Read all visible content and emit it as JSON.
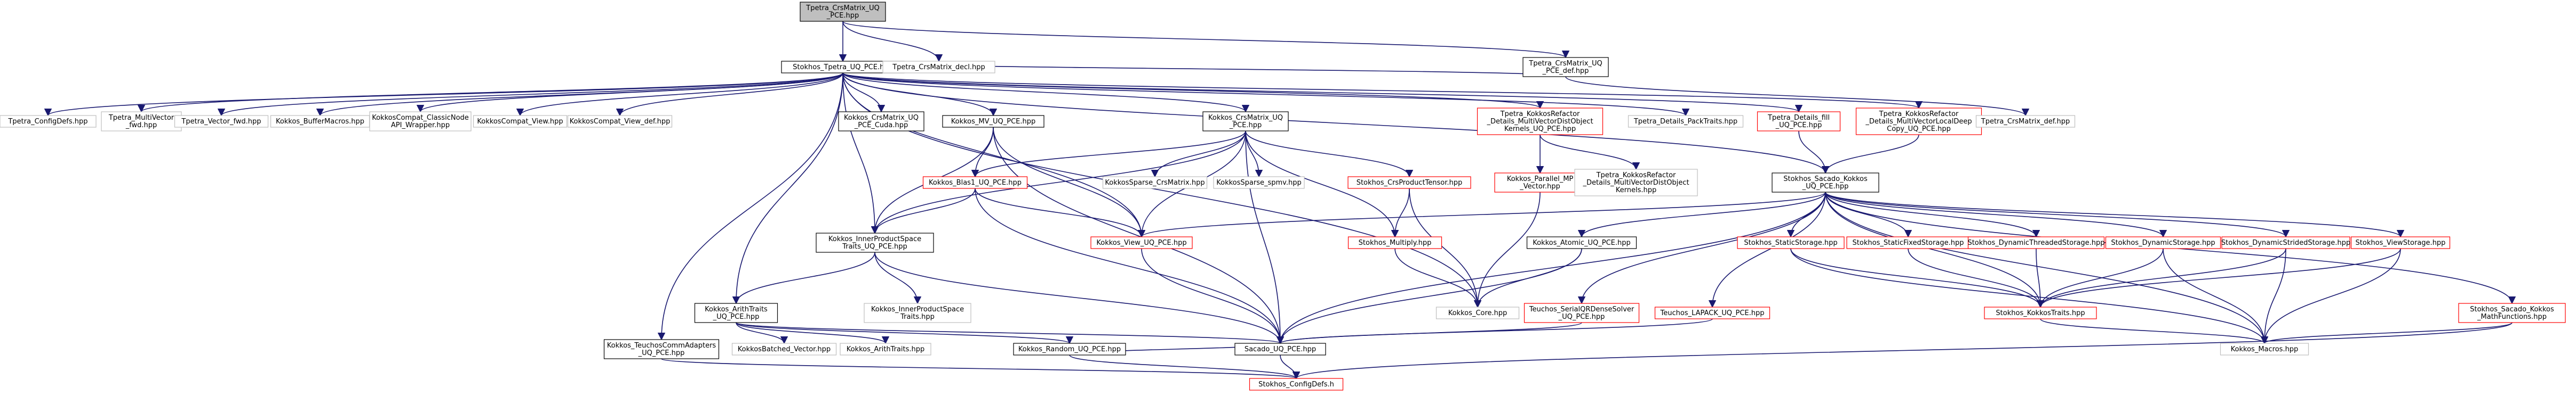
{
  "graph": {
    "colors": {
      "edge": "#191970",
      "edge_secondary": "#2f4f4f",
      "node_border_black": "#000000",
      "node_border_red": "#ff0000",
      "node_border_gray": "#bfbfbf",
      "node_fill_root": "#bfbfbf",
      "node_fill": "#ffffff"
    },
    "nodes": [
      {
        "id": "root",
        "lines": [
          "Tpetra_CrsMatrix_UQ",
          "_PCE.hpp"
        ],
        "style": "root"
      },
      {
        "id": "kokkos_tpetra_uq_pce",
        "lines": [
          "Stokhos_Tpetra_UQ_PCE.hpp"
        ],
        "style": "black"
      },
      {
        "id": "crsmatrix_decl",
        "lines": [
          "Tpetra_CrsMatrix_decl.hpp"
        ],
        "style": "gray"
      },
      {
        "id": "crsmatrix_uq_pce_def",
        "lines": [
          "Tpetra_CrsMatrix_UQ",
          "_PCE_def.hpp"
        ],
        "style": "black"
      },
      {
        "id": "tpetra_configdefs",
        "lines": [
          "Tpetra_ConfigDefs.hpp"
        ],
        "style": "gray"
      },
      {
        "id": "tpetra_multivector_fwd",
        "lines": [
          "Tpetra_MultiVector",
          "_fwd.hpp"
        ],
        "style": "gray"
      },
      {
        "id": "tpetra_vector_fwd",
        "lines": [
          "Tpetra_Vector_fwd.hpp"
        ],
        "style": "gray"
      },
      {
        "id": "kokkos_buffermacros",
        "lines": [
          "Kokkos_BufferMacros.hpp"
        ],
        "style": "gray"
      },
      {
        "id": "kokkoscompat_classicnode",
        "lines": [
          "KokkosCompat_ClassicNode",
          "API_Wrapper.hpp"
        ],
        "style": "gray"
      },
      {
        "id": "kokkoscompat_view",
        "lines": [
          "KokkosCompat_View.hpp"
        ],
        "style": "gray"
      },
      {
        "id": "kokkoscompat_view_def",
        "lines": [
          "KokkosCompat_View_def.hpp"
        ],
        "style": "gray"
      },
      {
        "id": "kokkos_crsmatrix_uq_pce_cuda",
        "lines": [
          "Kokkos_CrsMatrix_UQ",
          "_PCE_Cuda.hpp"
        ],
        "style": "black"
      },
      {
        "id": "kokkos_mv_uq_pce",
        "lines": [
          "Kokkos_MV_UQ_PCE.hpp"
        ],
        "style": "black"
      },
      {
        "id": "kokkos_crsmatrix_uq_pce",
        "lines": [
          "Kokkos_CrsMatrix_UQ",
          "_PCE.hpp"
        ],
        "style": "black"
      },
      {
        "id": "tpetra_kokkosrefactor_details_mvdot",
        "lines": [
          "Tpetra_KokkosRefactor",
          "_Details_MultiVectorDistObject",
          "Kernels_UQ_PCE.hpp"
        ],
        "style": "red"
      },
      {
        "id": "tpetra_details_packtraits",
        "lines": [
          "Tpetra_Details_PackTraits.hpp"
        ],
        "style": "gray"
      },
      {
        "id": "tpetra_details_fill",
        "lines": [
          "Tpetra_Details_fill",
          "_UQ_PCE.hpp"
        ],
        "style": "red"
      },
      {
        "id": "tpetra_kokkosrefactor_details_mvlocaldeepcopy",
        "lines": [
          "Tpetra_KokkosRefactor",
          "_Details_MultiVectorLocalDeep",
          "Copy_UQ_PCE.hpp"
        ],
        "style": "red"
      },
      {
        "id": "tpetra_crsmatrix_def",
        "lines": [
          "Tpetra_CrsMatrix_def.hpp"
        ],
        "style": "gray"
      },
      {
        "id": "kokkos_blas1_uq_pce",
        "lines": [
          "Kokkos_Blas1_UQ_PCE.hpp"
        ],
        "style": "red"
      },
      {
        "id": "kokkossparse_crsmatrix",
        "lines": [
          "KokkosSparse_CrsMatrix.hpp"
        ],
        "style": "gray"
      },
      {
        "id": "kokkossparse_spmv",
        "lines": [
          "KokkosSparse_spmv.hpp"
        ],
        "style": "gray"
      },
      {
        "id": "stokhos_crsproducttensor",
        "lines": [
          "Stokhos_CrsProductTensor.hpp"
        ],
        "style": "red"
      },
      {
        "id": "kokkos_parallel_mp_vector",
        "lines": [
          "Kokkos_Parallel_MP",
          "_Vector.hpp"
        ],
        "style": "red"
      },
      {
        "id": "tpetra_kokkosrefactor_details_mvdot_kernels",
        "lines": [
          "Tpetra_KokkosRefactor",
          "_Details_MultiVectorDistObject",
          "Kernels.hpp"
        ],
        "style": "gray"
      },
      {
        "id": "stokhos_sacado_kokkos_uq_pce",
        "lines": [
          "Stokhos_Sacado_Kokkos",
          "_UQ_PCE.hpp"
        ],
        "style": "black"
      },
      {
        "id": "kokkos_innerproductspacetraits_uq_pce",
        "lines": [
          "Kokkos_InnerProductSpace",
          "Traits_UQ_PCE.hpp"
        ],
        "style": "black"
      },
      {
        "id": "kokkos_view_uq_pce",
        "lines": [
          "Kokkos_View_UQ_PCE.hpp"
        ],
        "style": "red"
      },
      {
        "id": "stokhos_multiply",
        "lines": [
          "Stokhos_Multiply.hpp"
        ],
        "style": "red"
      },
      {
        "id": "kokkos_atomic_uq_pce",
        "lines": [
          "Kokkos_Atomic_UQ_PCE.hpp"
        ],
        "style": "black"
      },
      {
        "id": "stokhos_staticstorage",
        "lines": [
          "Stokhos_StaticStorage.hpp"
        ],
        "style": "red"
      },
      {
        "id": "stokhos_staticfixedstorage",
        "lines": [
          "Stokhos_StaticFixedStorage.hpp"
        ],
        "style": "red"
      },
      {
        "id": "stokhos_dynamicthreadedstorage",
        "lines": [
          "Stokhos_DynamicThreadedStorage.hpp"
        ],
        "style": "red"
      },
      {
        "id": "stokhos_dynamicstorage",
        "lines": [
          "Stokhos_DynamicStorage.hpp"
        ],
        "style": "red"
      },
      {
        "id": "stokhos_dynamicstridedstorage",
        "lines": [
          "Stokhos_DynamicStridedStorage.hpp"
        ],
        "style": "red"
      },
      {
        "id": "stokhos_viewstorage",
        "lines": [
          "Stokhos_ViewStorage.hpp"
        ],
        "style": "red"
      },
      {
        "id": "kokkos_arithtraits_uq_pce",
        "lines": [
          "Kokkos_ArithTraits",
          "_UQ_PCE.hpp"
        ],
        "style": "black"
      },
      {
        "id": "kokkos_innerproductspacetraits",
        "lines": [
          "Kokkos_InnerProductSpace",
          "Traits.hpp"
        ],
        "style": "gray"
      },
      {
        "id": "kokkos_core",
        "lines": [
          "Kokkos_Core.hpp"
        ],
        "style": "gray"
      },
      {
        "id": "teuchos_serialqrdensesolver_uq_pce",
        "lines": [
          "Teuchos_SerialQRDenseSolver",
          "_UQ_PCE.hpp"
        ],
        "style": "red"
      },
      {
        "id": "teuchos_lapack_uq_pce",
        "lines": [
          "Teuchos_LAPACK_UQ_PCE.hpp"
        ],
        "style": "red"
      },
      {
        "id": "stokhos_kokkostraits",
        "lines": [
          "Stokhos_KokkosTraits.hpp"
        ],
        "style": "red"
      },
      {
        "id": "stokhos_sacado_kokkos_mathfunctions",
        "lines": [
          "Stokhos_Sacado_Kokkos",
          "_MathFunctions.hpp"
        ],
        "style": "red"
      },
      {
        "id": "kokkos_teuchoscommadapters_uq_pce",
        "lines": [
          "Kokkos_TeuchosCommAdapters",
          "_UQ_PCE.hpp"
        ],
        "style": "black"
      },
      {
        "id": "kokkosbatched_vector",
        "lines": [
          "KokkosBatched_Vector.hpp"
        ],
        "style": "gray"
      },
      {
        "id": "kokkos_arithtraits",
        "lines": [
          "Kokkos_ArithTraits.hpp"
        ],
        "style": "gray"
      },
      {
        "id": "kokkos_random_uq_pce",
        "lines": [
          "Kokkos_Random_UQ_PCE.hpp"
        ],
        "style": "black"
      },
      {
        "id": "sacado_uq_pce",
        "lines": [
          "Sacado_UQ_PCE.hpp"
        ],
        "style": "black"
      },
      {
        "id": "kokkos_macros",
        "lines": [
          "Kokkos_Macros.hpp"
        ],
        "style": "gray"
      },
      {
        "id": "stokhos_configdefs",
        "lines": [
          "Stokhos_ConfigDefs.h"
        ],
        "style": "red"
      }
    ],
    "edges": [
      [
        "root",
        "kokkos_tpetra_uq_pce"
      ],
      [
        "root",
        "crsmatrix_decl"
      ],
      [
        "root",
        "crsmatrix_uq_pce_def"
      ],
      [
        "kokkos_tpetra_uq_pce",
        "tpetra_configdefs"
      ],
      [
        "kokkos_tpetra_uq_pce",
        "tpetra_multivector_fwd"
      ],
      [
        "kokkos_tpetra_uq_pce",
        "tpetra_vector_fwd"
      ],
      [
        "kokkos_tpetra_uq_pce",
        "kokkos_buffermacros"
      ],
      [
        "kokkos_tpetra_uq_pce",
        "kokkoscompat_classicnode"
      ],
      [
        "kokkos_tpetra_uq_pce",
        "kokkoscompat_view"
      ],
      [
        "kokkos_tpetra_uq_pce",
        "kokkoscompat_view_def"
      ],
      [
        "kokkos_tpetra_uq_pce",
        "kokkos_crsmatrix_uq_pce_cuda"
      ],
      [
        "kokkos_tpetra_uq_pce",
        "kokkos_mv_uq_pce"
      ],
      [
        "kokkos_tpetra_uq_pce",
        "kokkos_crsmatrix_uq_pce"
      ],
      [
        "kokkos_tpetra_uq_pce",
        "tpetra_kokkosrefactor_details_mvdot"
      ],
      [
        "kokkos_tpetra_uq_pce",
        "tpetra_details_packtraits"
      ],
      [
        "kokkos_tpetra_uq_pce",
        "tpetra_details_fill"
      ],
      [
        "kokkos_tpetra_uq_pce",
        "tpetra_kokkosrefactor_details_mvlocaldeepcopy"
      ],
      [
        "kokkos_tpetra_uq_pce",
        "stokhos_sacado_kokkos_uq_pce"
      ],
      [
        "kokkos_tpetra_uq_pce",
        "kokkos_innerproductspacetraits_uq_pce"
      ],
      [
        "kokkos_tpetra_uq_pce",
        "kokkos_arithtraits_uq_pce"
      ],
      [
        "kokkos_tpetra_uq_pce",
        "kokkos_teuchoscommadapters_uq_pce"
      ],
      [
        "kokkos_tpetra_uq_pce",
        "kokkos_core"
      ],
      [
        "kokkos_tpetra_uq_pce",
        "kokkos_view_uq_pce"
      ],
      [
        "crsmatrix_uq_pce_def",
        "tpetra_crsmatrix_def"
      ],
      [
        "crsmatrix_uq_pce_def",
        "kokkos_tpetra_uq_pce"
      ],
      [
        "kokkos_mv_uq_pce",
        "kokkos_blas1_uq_pce"
      ],
      [
        "kokkos_mv_uq_pce",
        "kokkos_innerproductspacetraits_uq_pce"
      ],
      [
        "kokkos_mv_uq_pce",
        "sacado_uq_pce"
      ],
      [
        "kokkos_mv_uq_pce",
        "kokkos_view_uq_pce"
      ],
      [
        "kokkos_crsmatrix_uq_pce",
        "kokkos_blas1_uq_pce"
      ],
      [
        "kokkos_crsmatrix_uq_pce",
        "kokkossparse_crsmatrix"
      ],
      [
        "kokkos_crsmatrix_uq_pce",
        "kokkossparse_spmv"
      ],
      [
        "kokkos_crsmatrix_uq_pce",
        "stokhos_crsproducttensor"
      ],
      [
        "kokkos_crsmatrix_uq_pce",
        "kokkos_view_uq_pce"
      ],
      [
        "kokkos_crsmatrix_uq_pce",
        "stokhos_multiply"
      ],
      [
        "kokkos_crsmatrix_uq_pce",
        "sacado_uq_pce"
      ],
      [
        "kokkos_crsmatrix_uq_pce",
        "kokkos_innerproductspacetraits_uq_pce"
      ],
      [
        "tpetra_kokkosrefactor_details_mvdot",
        "kokkos_parallel_mp_vector"
      ],
      [
        "tpetra_kokkosrefactor_details_mvdot",
        "tpetra_kokkosrefactor_details_mvdot_kernels"
      ],
      [
        "tpetra_details_fill",
        "stokhos_sacado_kokkos_uq_pce"
      ],
      [
        "tpetra_kokkosrefactor_details_mvlocaldeepcopy",
        "stokhos_sacado_kokkos_uq_pce"
      ],
      [
        "kokkos_blas1_uq_pce",
        "kokkos_innerproductspacetraits_uq_pce"
      ],
      [
        "kokkos_blas1_uq_pce",
        "kokkos_view_uq_pce"
      ],
      [
        "kokkos_blas1_uq_pce",
        "sacado_uq_pce"
      ],
      [
        "stokhos_crsproducttensor",
        "stokhos_multiply"
      ],
      [
        "stokhos_crsproducttensor",
        "kokkos_core"
      ],
      [
        "kokkos_parallel_mp_vector",
        "kokkos_core"
      ],
      [
        "stokhos_sacado_kokkos_uq_pce",
        "kokkos_view_uq_pce"
      ],
      [
        "stokhos_sacado_kokkos_uq_pce",
        "kokkos_atomic_uq_pce"
      ],
      [
        "stokhos_sacado_kokkos_uq_pce",
        "stokhos_staticstorage"
      ],
      [
        "stokhos_sacado_kokkos_uq_pce",
        "stokhos_staticfixedstorage"
      ],
      [
        "stokhos_sacado_kokkos_uq_pce",
        "stokhos_dynamicthreadedstorage"
      ],
      [
        "stokhos_sacado_kokkos_uq_pce",
        "stokhos_dynamicstorage"
      ],
      [
        "stokhos_sacado_kokkos_uq_pce",
        "stokhos_dynamicstridedstorage"
      ],
      [
        "stokhos_sacado_kokkos_uq_pce",
        "stokhos_viewstorage"
      ],
      [
        "stokhos_sacado_kokkos_uq_pce",
        "teuchos_serialqrdensesolver_uq_pce"
      ],
      [
        "stokhos_sacado_kokkos_uq_pce",
        "teuchos_lapack_uq_pce"
      ],
      [
        "stokhos_sacado_kokkos_uq_pce",
        "stokhos_kokkostraits"
      ],
      [
        "stokhos_sacado_kokkos_uq_pce",
        "stokhos_sacado_kokkos_mathfunctions"
      ],
      [
        "stokhos_sacado_kokkos_uq_pce",
        "kokkos_macros"
      ],
      [
        "stokhos_sacado_kokkos_uq_pce",
        "sacado_uq_pce"
      ],
      [
        "kokkos_innerproductspacetraits_uq_pce",
        "kokkos_arithtraits_uq_pce"
      ],
      [
        "kokkos_innerproductspacetraits_uq_pce",
        "kokkos_innerproductspacetraits"
      ],
      [
        "kokkos_innerproductspacetraits_uq_pce",
        "sacado_uq_pce"
      ],
      [
        "kokkos_view_uq_pce",
        "sacado_uq_pce"
      ],
      [
        "stokhos_multiply",
        "kokkos_core"
      ],
      [
        "kokkos_atomic_uq_pce",
        "kokkos_core"
      ],
      [
        "kokkos_atomic_uq_pce",
        "sacado_uq_pce"
      ],
      [
        "stokhos_staticstorage",
        "stokhos_kokkostraits"
      ],
      [
        "stokhos_staticstorage",
        "kokkos_macros"
      ],
      [
        "stokhos_staticfixedstorage",
        "stokhos_kokkostraits"
      ],
      [
        "stokhos_dynamicthreadedstorage",
        "stokhos_kokkostraits"
      ],
      [
        "stokhos_dynamicstorage",
        "stokhos_kokkostraits"
      ],
      [
        "stokhos_dynamicstorage",
        "kokkos_macros"
      ],
      [
        "stokhos_dynamicstridedstorage",
        "stokhos_kokkostraits"
      ],
      [
        "stokhos_dynamicstridedstorage",
        "kokkos_macros"
      ],
      [
        "stokhos_viewstorage",
        "stokhos_kokkostraits"
      ],
      [
        "stokhos_viewstorage",
        "kokkos_macros"
      ],
      [
        "kokkos_arithtraits_uq_pce",
        "kokkosbatched_vector"
      ],
      [
        "kokkos_arithtraits_uq_pce",
        "kokkos_arithtraits"
      ],
      [
        "kokkos_arithtraits_uq_pce",
        "kokkos_random_uq_pce"
      ],
      [
        "kokkos_arithtraits_uq_pce",
        "sacado_uq_pce"
      ],
      [
        "teuchos_serialqrdensesolver_uq_pce",
        "sacado_uq_pce"
      ],
      [
        "teuchos_lapack_uq_pce",
        "sacado_uq_pce"
      ],
      [
        "stokhos_kokkostraits",
        "kokkos_macros"
      ],
      [
        "stokhos_sacado_kokkos_mathfunctions",
        "kokkos_macros"
      ],
      [
        "stokhos_sacado_kokkos_mathfunctions",
        "stokhos_configdefs"
      ],
      [
        "kokkos_teuchoscommadapters_uq_pce",
        "stokhos_configdefs"
      ],
      [
        "kokkos_random_uq_pce",
        "sacado_uq_pce"
      ],
      [
        "kokkos_random_uq_pce",
        "stokhos_configdefs"
      ],
      [
        "sacado_uq_pce",
        "stokhos_configdefs"
      ]
    ]
  }
}
